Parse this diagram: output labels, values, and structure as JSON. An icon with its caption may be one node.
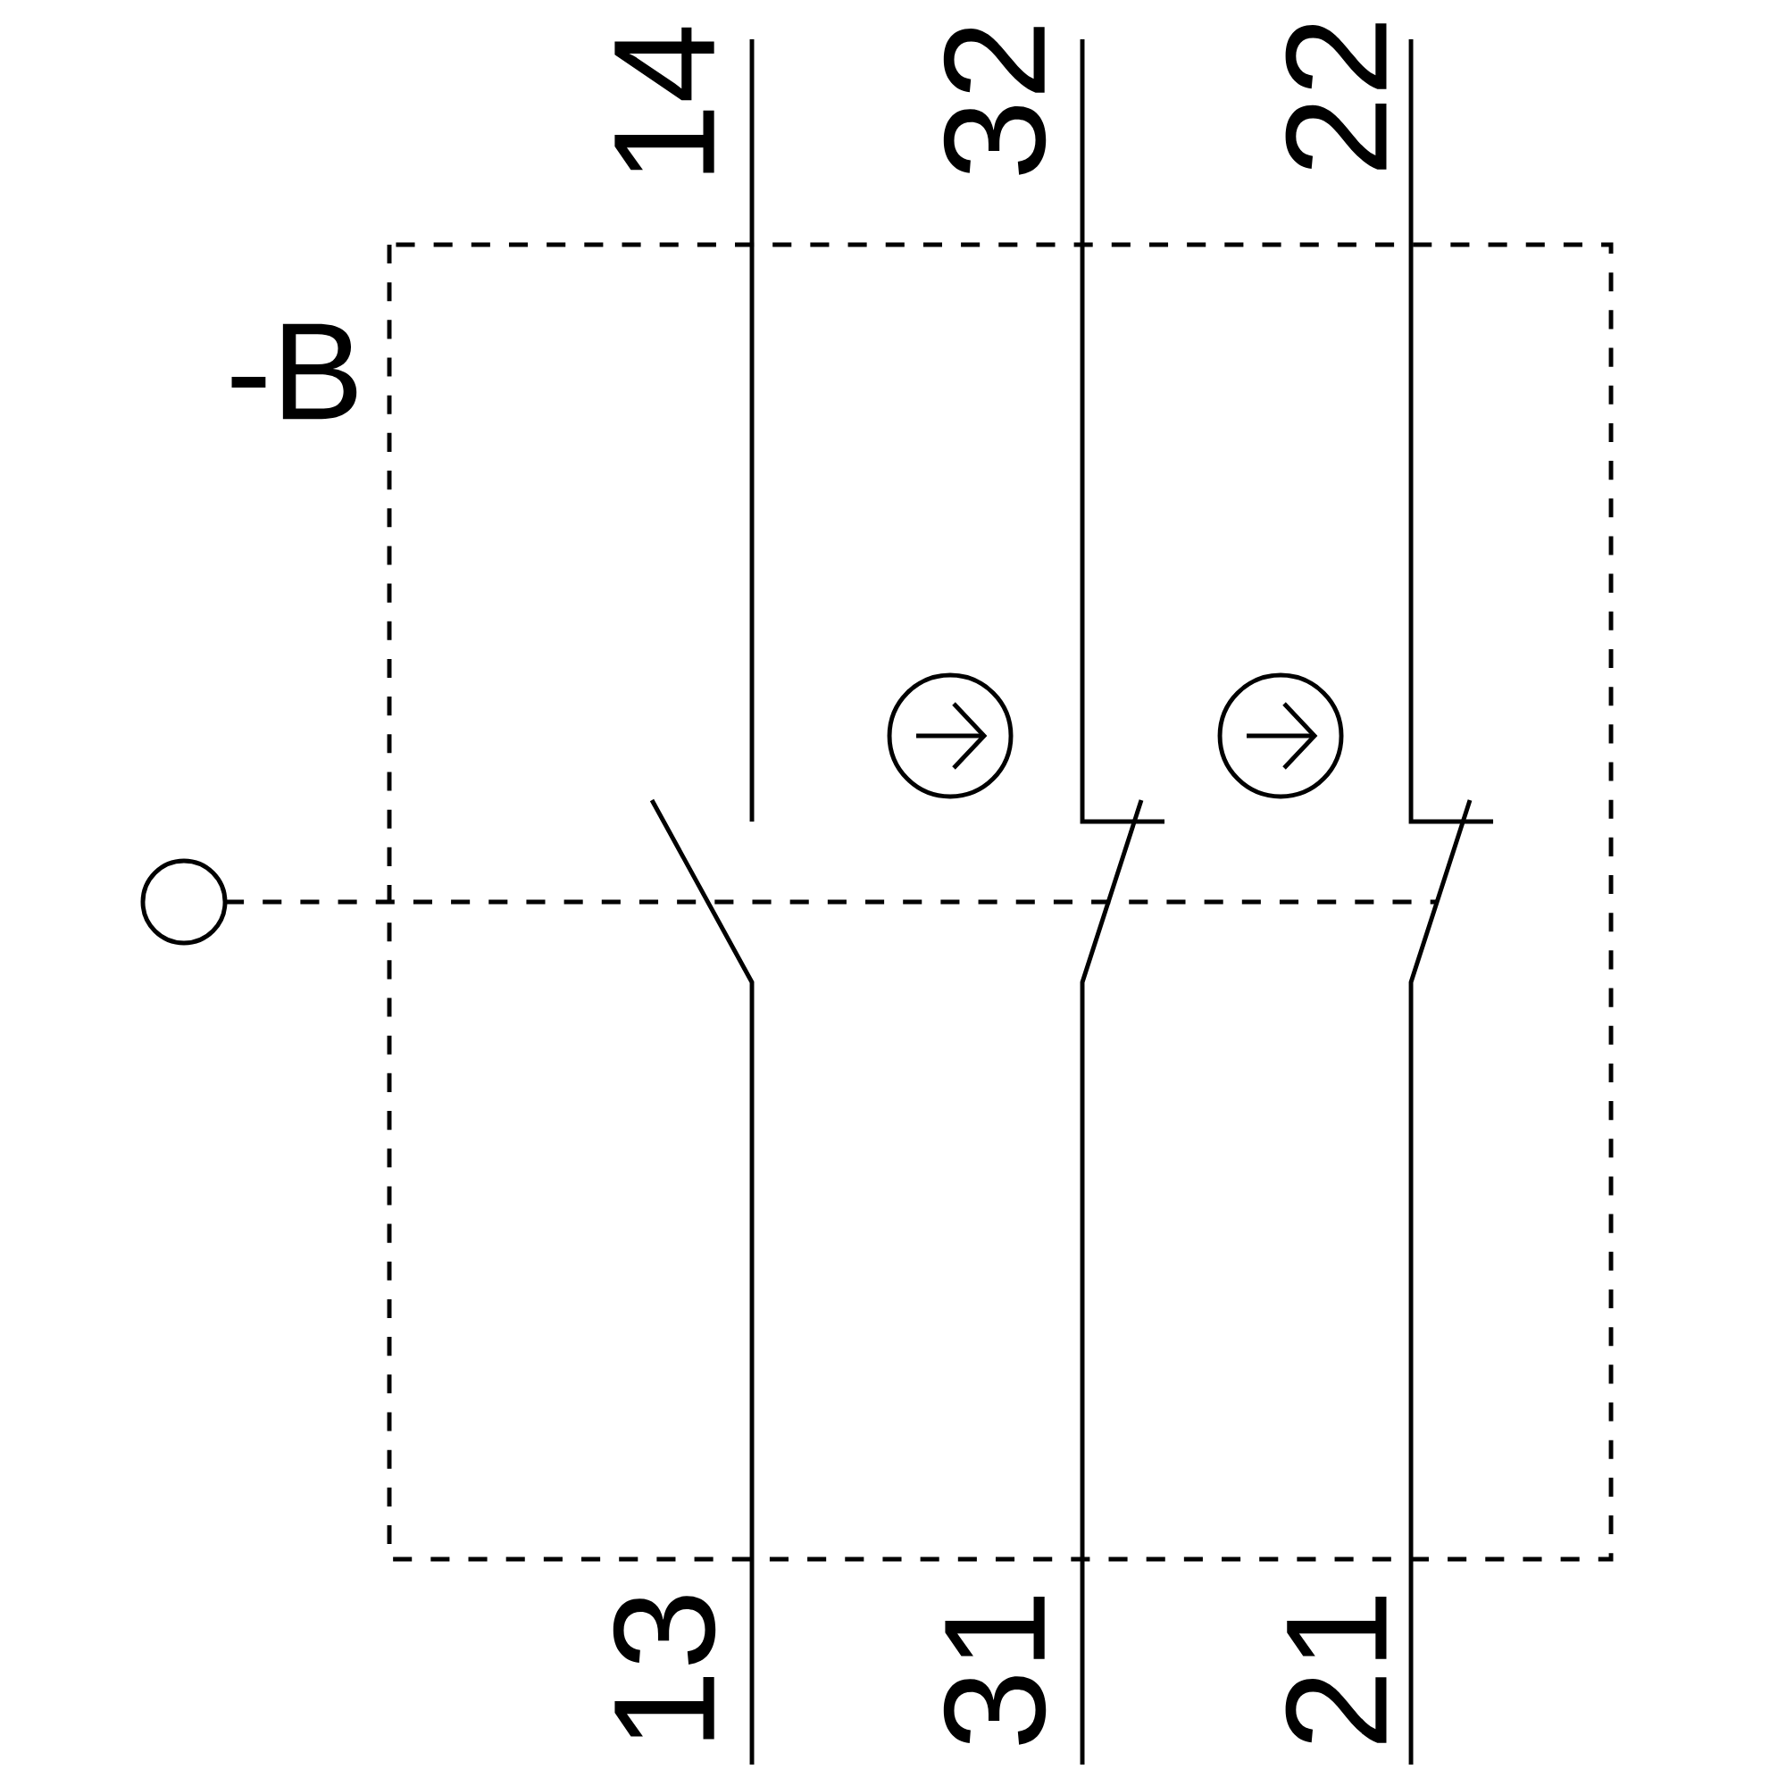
{
  "diagram": {
    "labels": [
      "14",
      "32",
      "22",
      "-B",
      "13",
      "31",
      "21"
    ]
  }
}
